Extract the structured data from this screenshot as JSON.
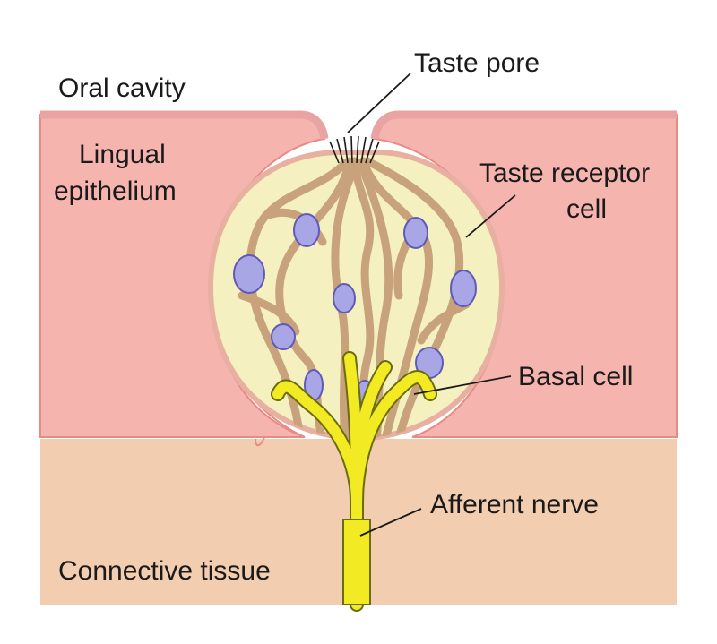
{
  "labels": {
    "oral_cavity": "Oral cavity",
    "lingual_epithelium_line1": "Lingual",
    "lingual_epithelium_line2": "epithelium",
    "taste_pore": "Taste pore",
    "taste_receptor_cell_line1": "Taste receptor",
    "taste_receptor_cell_line2": "cell",
    "basal_cell": "Basal cell",
    "afferent_nerve": "Afferent nerve",
    "connective_tissue": "Connective tissue"
  },
  "colors": {
    "epithelium": "#f5b5ae",
    "epithelium_edge": "#e88a86",
    "surface": "#e9a3a3",
    "connective_tissue": "#f3cdb0",
    "taste_bud_fill": "#f5f0c0",
    "cell_outline": "#c8a27a",
    "nucleus": "#a9a6e6",
    "nucleus_edge": "#5f5ab8",
    "nerve": "#f2ea22",
    "nerve_edge": "#6b6b10"
  }
}
